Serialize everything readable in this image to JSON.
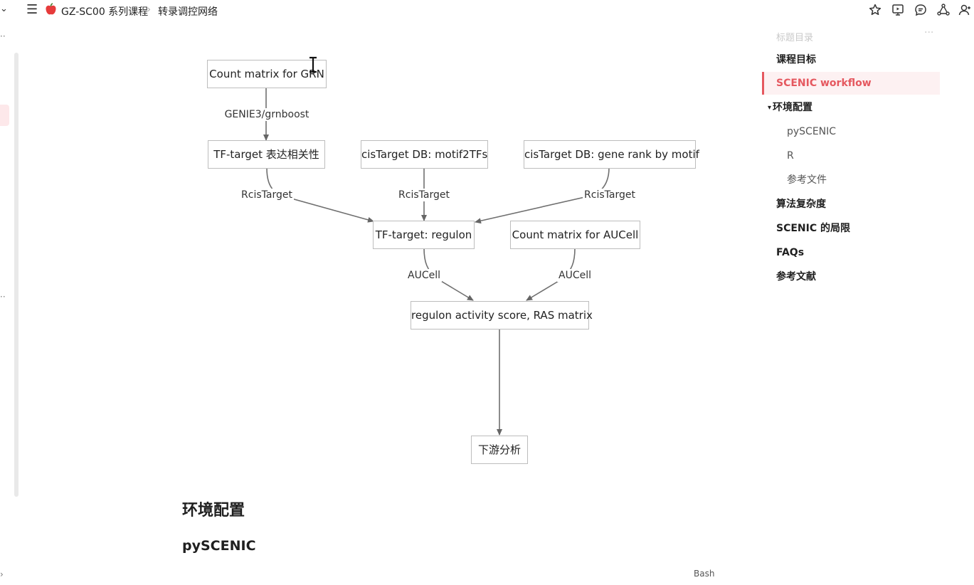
{
  "header": {
    "crumbs": [
      "GZ-SC00 系列课程",
      "转录调控网络"
    ],
    "crumb_separator": "›",
    "icons": [
      "star-icon",
      "present-icon",
      "comment-icon",
      "share-icon",
      "collaborator-icon"
    ]
  },
  "diagram": {
    "nodes": {
      "count_grn": "Count matrix for GRN",
      "tf_target_corr": "TF-target 表达相关性",
      "cistarget_motif": "cisTarget DB: motif2TFs",
      "cistarget_rank": "cisTarget DB: gene rank by motif",
      "regulon": "TF-target: regulon",
      "count_aucell": "Count matrix for AUCell",
      "ras": "regulon activity score, RAS matrix",
      "downstream": "下游分析"
    },
    "edges": {
      "genie3": "GENIE3/grnboost",
      "rcis_1": "RcisTarget",
      "rcis_2": "RcisTarget",
      "rcis_3": "RcisTarget",
      "aucell_1": "AUCell",
      "aucell_2": "AUCell"
    }
  },
  "content": {
    "h2": "环境配置",
    "h3": "pySCENIC",
    "code_lang": "Bash"
  },
  "toc": {
    "header": "标题目录",
    "more": "···",
    "caret": "▾",
    "items": [
      {
        "label": "课程目标"
      },
      {
        "label": "SCENIC workflow"
      },
      {
        "label": "环境配置"
      },
      {
        "label": "pySCENIC"
      },
      {
        "label": "R"
      },
      {
        "label": "参考文件"
      },
      {
        "label": "算法复杂度"
      },
      {
        "label": "SCENIC 的局限"
      },
      {
        "label": "FAQs"
      },
      {
        "label": "参考文献"
      }
    ],
    "accent_color": "#e5585f"
  }
}
